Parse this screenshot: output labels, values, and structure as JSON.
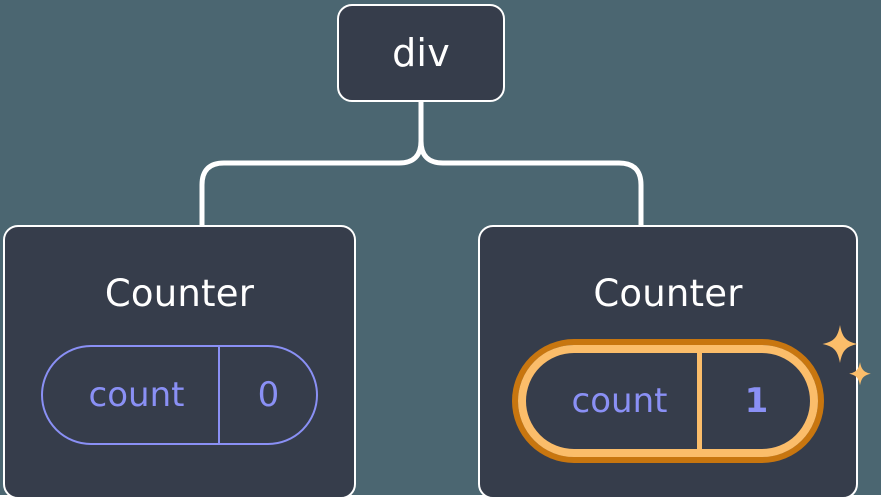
{
  "theme": {
    "background": "#4b6671",
    "node_fill": "#363d4b",
    "node_border": "#ffffff",
    "edge_color": "#ffffff",
    "hook_accent": "#8a90f5",
    "highlight_inner_ring": "#fbbd6a",
    "highlight_outer_ring": "#c8760f",
    "sparkle_color": "#fbbd6a",
    "title_color": "#ffffff"
  },
  "tree": {
    "root": {
      "title": "div"
    },
    "children": [
      {
        "title": "Counter",
        "hook": {
          "name": "count",
          "value": "0"
        },
        "highlighted": false
      },
      {
        "title": "Counter",
        "hook": {
          "name": "count",
          "value": "1"
        },
        "highlighted": true,
        "sparkle_icons": [
          "sparkle-large",
          "sparkle-small"
        ]
      }
    ]
  }
}
